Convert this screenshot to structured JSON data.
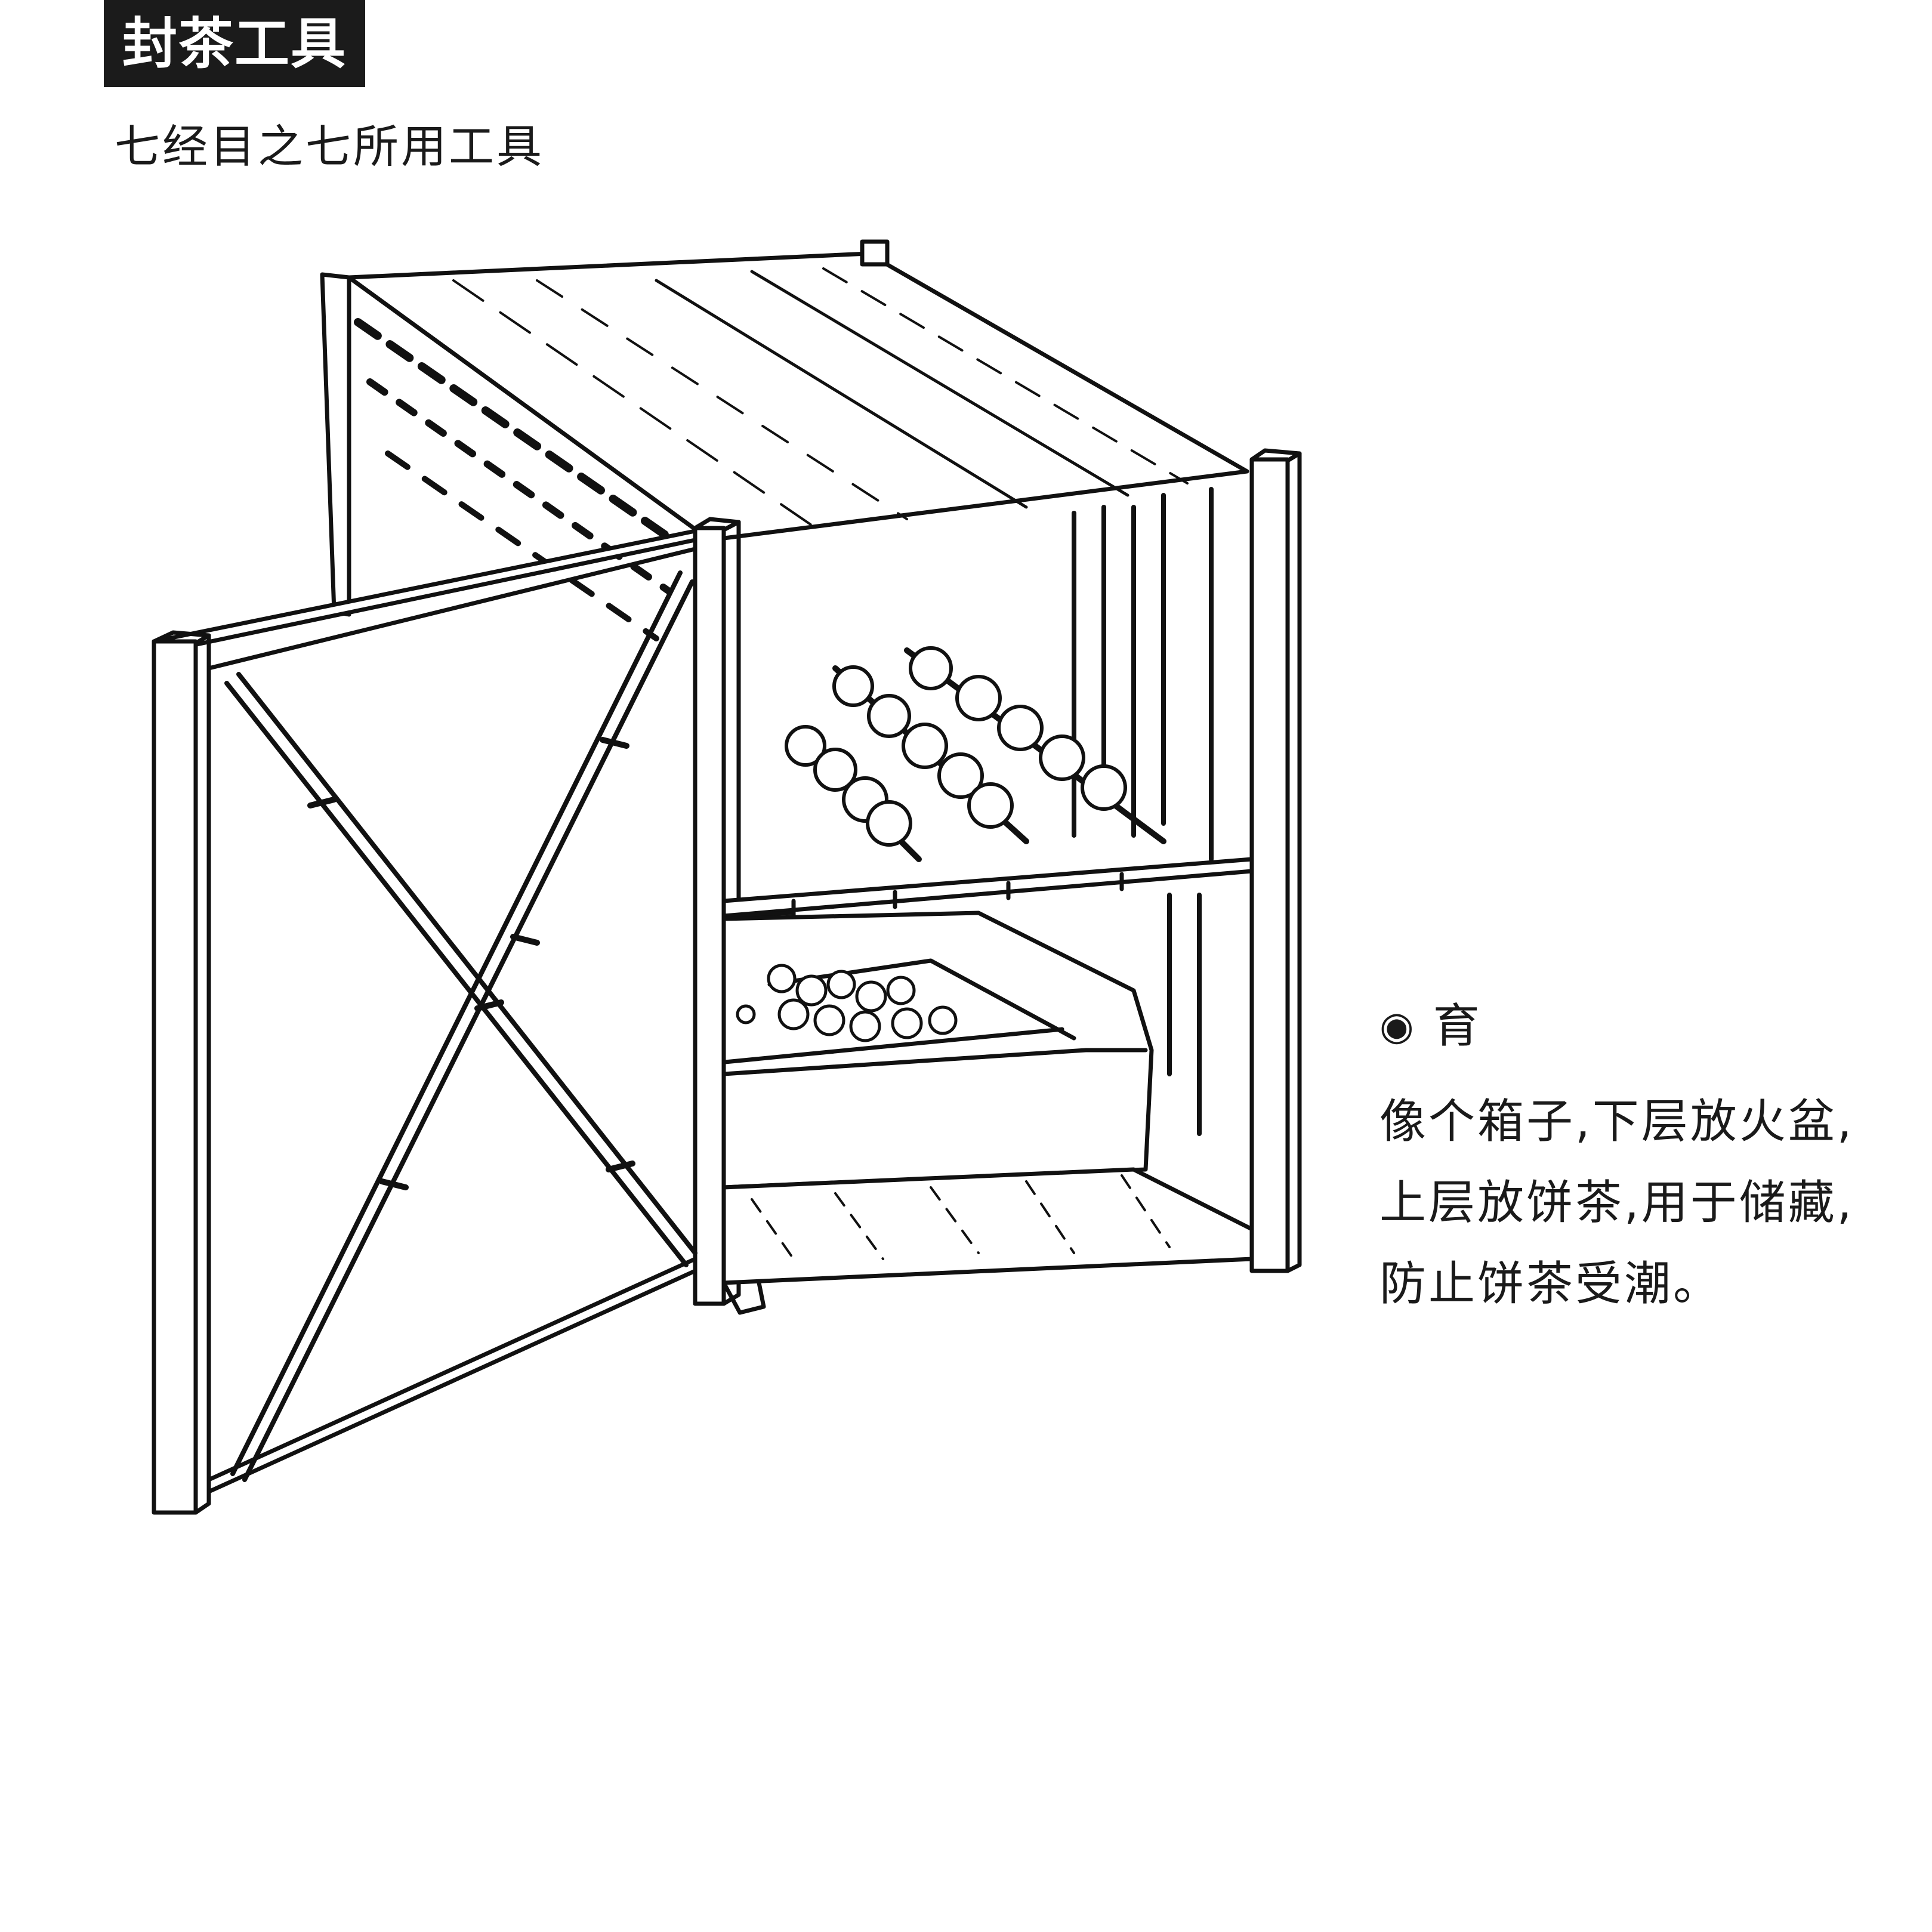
{
  "section_badge": "封茶工具",
  "subtitle": "七经目之七所用工具",
  "item": {
    "bullet_glyph": "◉",
    "name": "育",
    "description_lines": [
      "像个箱子,下层放火盆,",
      "上层放饼茶,用于储藏,",
      "防止饼茶受潮。"
    ]
  }
}
